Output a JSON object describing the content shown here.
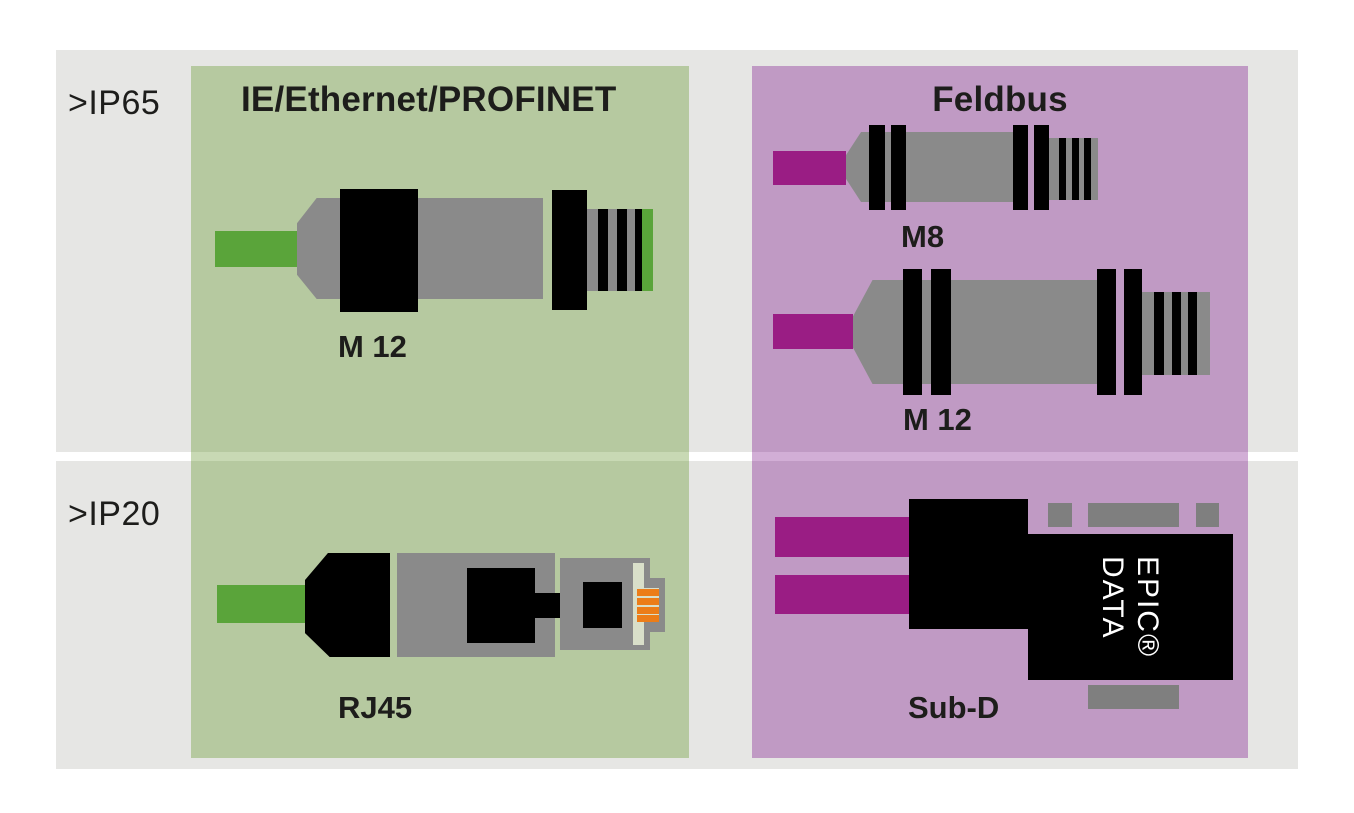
{
  "diagram": {
    "rows": [
      {
        "id": "ip65",
        "protection_label": ">IP65"
      },
      {
        "id": "ip20",
        "protection_label": ">IP20"
      }
    ],
    "columns": [
      {
        "id": "ethernet",
        "title": "IE/Ethernet/PROFINET"
      },
      {
        "id": "feldbus",
        "title": "Feldbus"
      }
    ],
    "connectors": {
      "m12_ethernet": {
        "label": "M 12"
      },
      "m8_feldbus": {
        "label": "M8"
      },
      "m12_feldbus": {
        "label": "M 12"
      },
      "rj45": {
        "label": "RJ45"
      },
      "sub_d": {
        "label": "Sub-D",
        "brand_line1": "EPIC®",
        "brand_line2": "DATA"
      }
    },
    "colors": {
      "row_bg": "#e6e6e4",
      "green_panel": "#b6c9a0",
      "green_panel_light": "#c8d9b4",
      "purple_panel": "#c09ac4",
      "purple_panel_light": "#d2aed6",
      "green_cable": "#5aa43a",
      "magenta_cable": "#9a1d84",
      "connector_gray": "#8a8a8a",
      "decor_gray": "#7f7f7f",
      "pin_orange": "#ec7d18",
      "pale_inner": "#d9dfc9",
      "black": "#000000",
      "text": "#1d1d1b",
      "brand_text": "#ffffff"
    }
  }
}
